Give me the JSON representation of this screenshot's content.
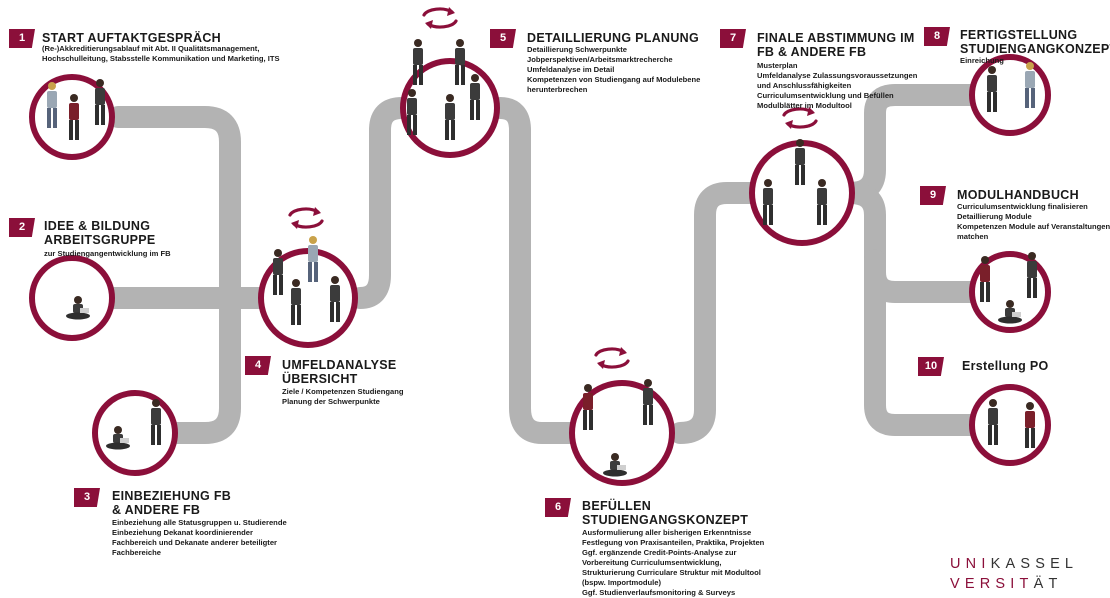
{
  "colors": {
    "accent": "#8b0f3a",
    "path": "#b3b3b3",
    "text": "#1a1a1a"
  },
  "steps": [
    {
      "num": "1",
      "title": "START AUFTAKTGESPRÄCH",
      "desc": "(Re-)Akkreditierungsablauf mit Abt. II Qualitätsmanagement, Hochschulleitung, Stabsstelle Kommunikation und Marketing, ITS"
    },
    {
      "num": "2",
      "title": "IDEE & BILDUNG ARBEITSGRUPPE",
      "desc": "zur Studiengangentwicklung im FB"
    },
    {
      "num": "3",
      "title": "EINBEZIEHUNG FB & ANDERE FB",
      "desc": [
        "Einbeziehung alle Statusgruppen u. Studierende",
        "Einbeziehung Dekanat koordinierender",
        "Fachbereich und Dekanate anderer beteiligter",
        "Fachbereiche"
      ]
    },
    {
      "num": "4",
      "title": "UMFELDANALYSE ÜBERSICHT",
      "desc": [
        "Ziele / Kompetenzen Studiengang",
        "Planung der Schwerpunkte"
      ]
    },
    {
      "num": "5",
      "title": "DETAILLIERUNG PLANUNG",
      "desc": [
        "Detaillierung Schwerpunkte",
        "Jobperspektiven/Arbeitsmarktrecherche",
        "Umfeldanalyse im Detail",
        "Kompetenzen von Studiengang auf Modulebene",
        "herunterbrechen"
      ]
    },
    {
      "num": "6",
      "title": "BEFÜLLEN STUDIENGANGSKONZEPT",
      "desc": [
        "Ausformulierung aller bisherigen Erkenntnisse",
        "Festlegung von Praxisanteilen, Praktika, Projekten",
        "Ggf. ergänzende Credit-Points-Analyse zur",
        "Vorbereitung Curriculumsentwicklung,",
        "Strukturierung Curriculare Struktur mit Modultool",
        "(bspw. Importmodule)",
        "Ggf. Studienverlaufsmonitoring & Surveys"
      ]
    },
    {
      "num": "7",
      "title": "FINALE ABSTIMMUNG IM FB & ANDERE FB",
      "desc": [
        "Musterplan",
        "Umfeldanalyse Zulassungsvoraussetzungen",
        "und Anschlussfähigkeiten",
        "Curriculumsentwicklung und Befüllen",
        "Modulblätter im Modultool"
      ]
    },
    {
      "num": "8",
      "title": "FERTIGSTELLUNG STUDIENGANGKONZEPT",
      "desc": [
        "Einreichung"
      ]
    },
    {
      "num": "9",
      "title": "MODULHANDBUCH",
      "desc": [
        "Curriculumsentwicklung finalisieren",
        "Detaillierung Module",
        "Kompetenzen Module auf Veranstaltungen",
        "matchen"
      ]
    },
    {
      "num": "10",
      "title": "Erstellung PO",
      "desc": []
    }
  ],
  "logo": {
    "line1": "UNIKASSEL",
    "line2": "VERSITÄT"
  }
}
